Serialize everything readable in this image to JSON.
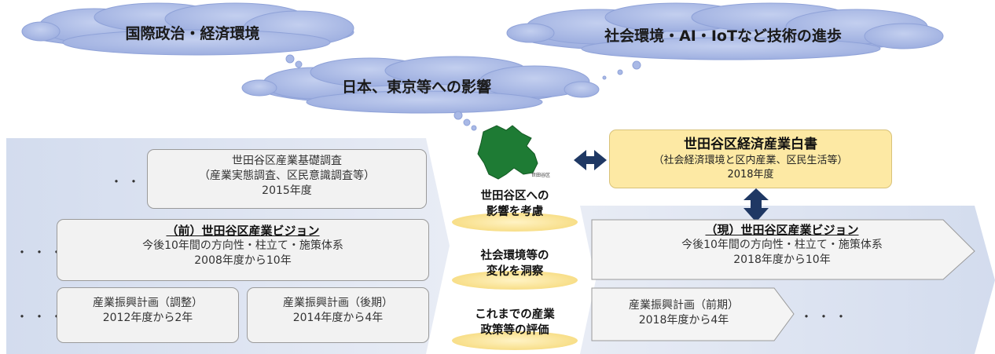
{
  "clouds": {
    "international": "国際政治・経済環境",
    "society_tech": "社会環境・AI・IoTなど技術の進歩",
    "japan_tokyo": "日本、東京等への影響"
  },
  "map": {
    "label": "世田谷区"
  },
  "left_column": {
    "basic_survey": {
      "dots": "・・・",
      "title": "世田谷区産業基礎調査",
      "detail": "（産業実態調査、区民意識調査等）",
      "year": "2015年度"
    },
    "prev_vision": {
      "dots": "・・・",
      "title": "（前）世田谷区産業ビジョン",
      "detail": "今後10年間の方向性・柱立て・施策体系",
      "year": "2008年度から10年"
    },
    "plan_adjust": {
      "dots": "・・・",
      "title": "産業振興計画（調整）",
      "year": "2012年度から2年"
    },
    "plan_later": {
      "title": "産業振興計画（後期）",
      "year": "2014年度から4年"
    }
  },
  "center": {
    "influence": [
      "世田谷区への",
      "影響を考慮"
    ],
    "change": [
      "社会環境等の",
      "変化を洞察"
    ],
    "evaluation": [
      "これまでの産業",
      "政策等の評価"
    ]
  },
  "right_column": {
    "white_paper": {
      "title": "世田谷区経済産業白書",
      "detail": "（社会経済環境と区内産業、区民生活等）",
      "year": "2018年度"
    },
    "current_vision": {
      "title": "（現）世田谷区産業ビジョン",
      "detail": "今後10年間の方向性・柱立て・施策体系",
      "year": "2018年度から10年"
    },
    "plan_early": {
      "title": "産業振興計画（前期）",
      "year": "2018年度から4年",
      "dots": "・・・"
    }
  },
  "colors": {
    "cloud_fill": "#a9b9e6",
    "panel": "#dde4f1",
    "oval": "#fce9a6",
    "yellow_box": "#fde9a4",
    "arrow": "#1f3864",
    "map": "#1e7b34"
  }
}
